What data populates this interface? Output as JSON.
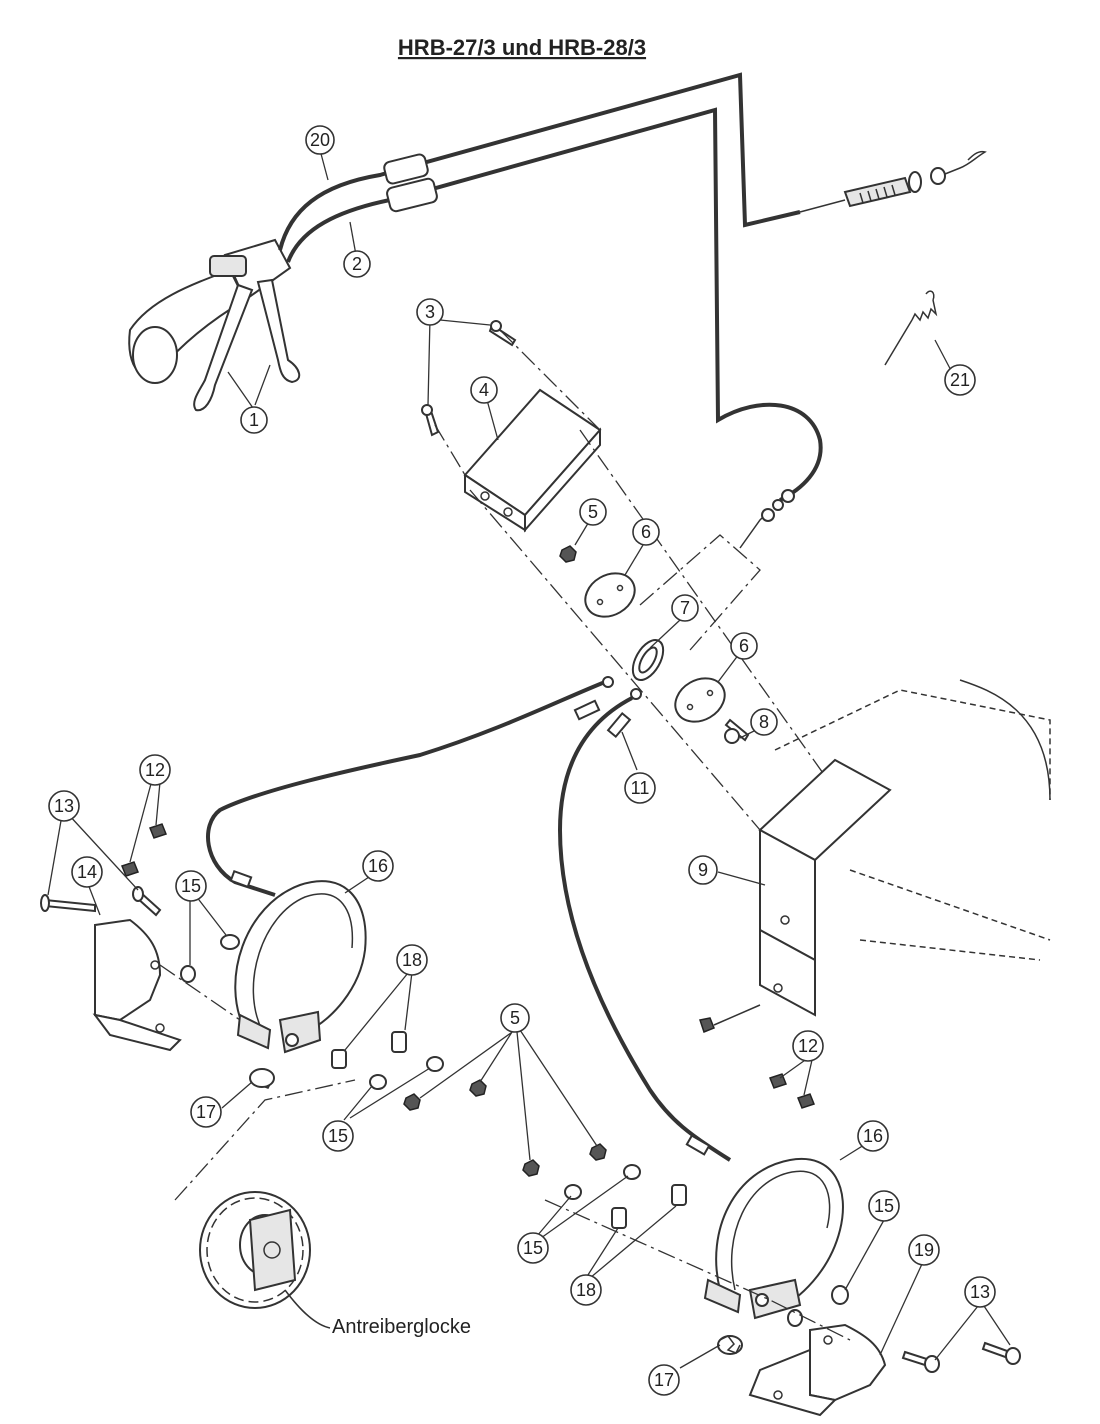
{
  "title": "HRB-27/3 und HRB-28/3",
  "callouts": [
    {
      "id": "c20",
      "number": "20"
    },
    {
      "id": "c2",
      "number": "2"
    },
    {
      "id": "c1",
      "number": "1"
    },
    {
      "id": "c3",
      "number": "3"
    },
    {
      "id": "c4",
      "number": "4"
    },
    {
      "id": "c21",
      "number": "21"
    },
    {
      "id": "c5a",
      "number": "5"
    },
    {
      "id": "c6a",
      "number": "6"
    },
    {
      "id": "c7",
      "number": "7"
    },
    {
      "id": "c6b",
      "number": "6"
    },
    {
      "id": "c8",
      "number": "8"
    },
    {
      "id": "c11",
      "number": "11"
    },
    {
      "id": "c12a",
      "number": "12"
    },
    {
      "id": "c13a",
      "number": "13"
    },
    {
      "id": "c14",
      "number": "14"
    },
    {
      "id": "c15a",
      "number": "15"
    },
    {
      "id": "c16a",
      "number": "16"
    },
    {
      "id": "c9",
      "number": "9"
    },
    {
      "id": "c18a",
      "number": "18"
    },
    {
      "id": "c5b",
      "number": "5"
    },
    {
      "id": "c12b",
      "number": "12"
    },
    {
      "id": "c17a",
      "number": "17"
    },
    {
      "id": "c15b",
      "number": "15"
    },
    {
      "id": "c16b",
      "number": "16"
    },
    {
      "id": "c15c",
      "number": "15"
    },
    {
      "id": "c19",
      "number": "19"
    },
    {
      "id": "c13b",
      "number": "13"
    },
    {
      "id": "c15d",
      "number": "15"
    },
    {
      "id": "c18b",
      "number": "18"
    },
    {
      "id": "c17b",
      "number": "17"
    }
  ],
  "part_label": "Antreiberglocke"
}
